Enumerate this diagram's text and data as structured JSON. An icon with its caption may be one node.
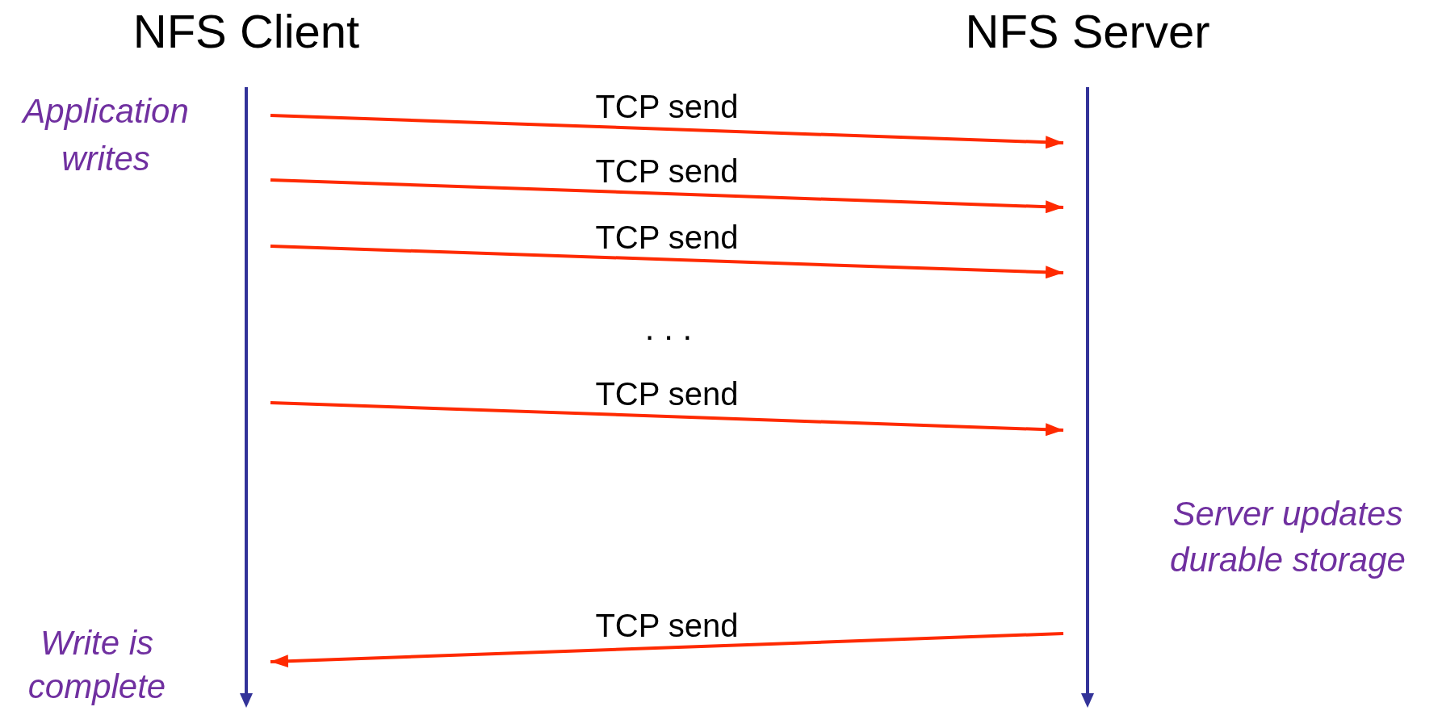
{
  "diagram": {
    "nodes": [
      {
        "text": [
          "NFS Client"
        ]
      },
      {
        "text": [
          "NFS Server"
        ]
      }
    ],
    "edges": [
      {
        "from": 0,
        "to": 1,
        "arrow": "to",
        "label": "TCP send"
      },
      {
        "from": 0,
        "to": 1,
        "arrow": "to",
        "label": "TCP send"
      },
      {
        "from": 0,
        "to": 1,
        "arrow": "to",
        "label": "TCP send"
      },
      {
        "from": 0,
        "to": 1,
        "arrow": "to",
        "label": "TCP send"
      },
      {
        "from": 1,
        "to": 0,
        "arrow": "to",
        "label": "TCP send"
      }
    ],
    "labels": [
      "Application writes",
      ". . .",
      "Server updates durable storage",
      "Write is complete"
    ]
  }
}
